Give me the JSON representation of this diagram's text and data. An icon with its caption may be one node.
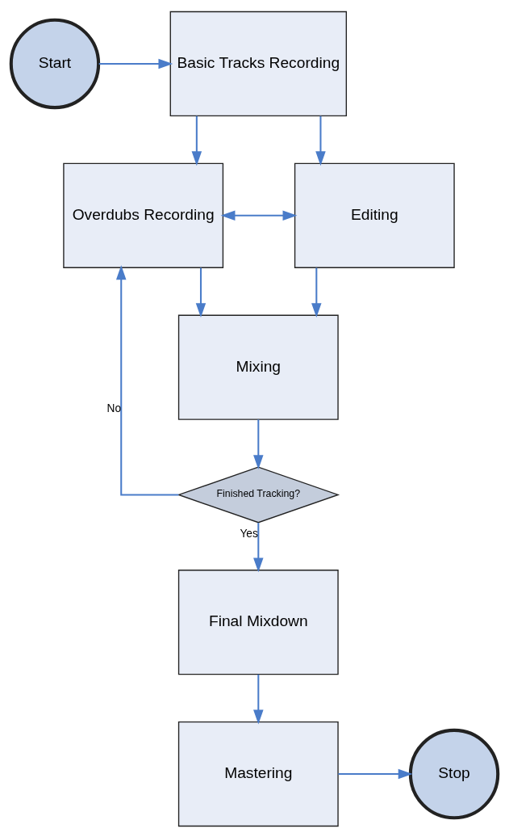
{
  "diagram": {
    "nodes": [
      {
        "text": [
          "Start"
        ]
      },
      {
        "text": [
          "Basic Tracks Recording"
        ]
      },
      {
        "text": [
          "Overdubs Recording"
        ]
      },
      {
        "text": [
          "Editing"
        ]
      },
      {
        "text": [
          "Mixing"
        ]
      },
      {
        "text": [
          "Finished Tracking?"
        ]
      },
      {
        "text": [
          "Final Mixdown"
        ]
      },
      {
        "text": [
          "Mastering"
        ]
      },
      {
        "text": [
          "Stop"
        ]
      }
    ],
    "edges": [
      {
        "from": 0,
        "to": 1,
        "arrow": "to"
      },
      {
        "from": 1,
        "to": 2,
        "arrow": "to"
      },
      {
        "from": 1,
        "to": 3,
        "arrow": "to"
      },
      {
        "from": 2,
        "to": 3,
        "arrow": "both"
      },
      {
        "from": 2,
        "to": 4,
        "arrow": "to"
      },
      {
        "from": 3,
        "to": 4,
        "arrow": "to"
      },
      {
        "from": 4,
        "to": 5,
        "arrow": "to"
      },
      {
        "from": 5,
        "to": 2,
        "arrow": "to",
        "label": "No"
      },
      {
        "from": 5,
        "to": 6,
        "arrow": "to",
        "label": "Yes"
      },
      {
        "from": 6,
        "to": 7,
        "arrow": "to"
      },
      {
        "from": 7,
        "to": 8,
        "arrow": "to"
      }
    ]
  }
}
